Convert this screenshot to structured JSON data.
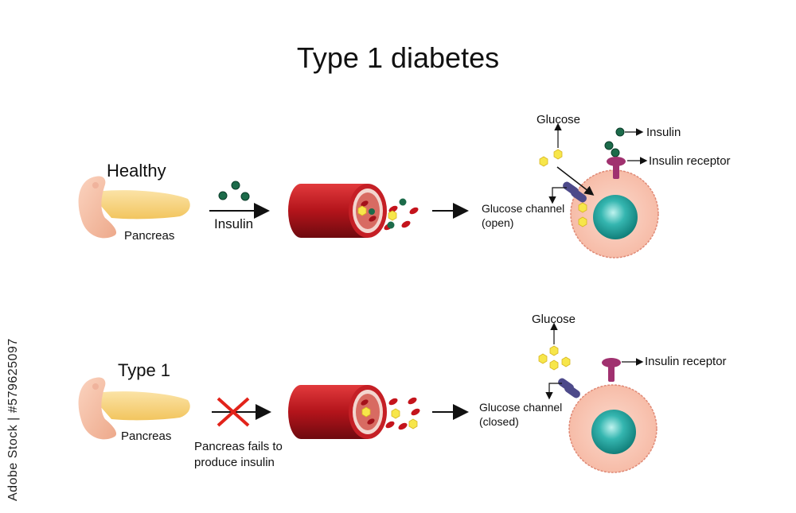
{
  "title": "Type 1 diabetes",
  "healthy": {
    "heading": "Healthy",
    "pancreas_label": "Pancreas",
    "arrow_label": "Insulin",
    "glucose_label": "Glucose",
    "insulin_label": "Insulin",
    "receptor_label": "Insulin receptor",
    "channel_label_line1": "Glucose channel",
    "channel_label_line2": "(open)"
  },
  "type1": {
    "heading": "Type 1",
    "pancreas_label": "Pancreas",
    "fail_label_line1": "Pancreas fails to",
    "fail_label_line2": "produce insulin",
    "glucose_label": "Glucose",
    "receptor_label": "Insulin receptor",
    "channel_label_line1": "Glucose channel",
    "channel_label_line2": "(closed)"
  },
  "watermark": "Adobe Stock | #579625097",
  "colors": {
    "pancreas": "#f6cf7a",
    "pancreas_head": "#f5c0a6",
    "vessel": "#b3141b",
    "cell": "#f8c6b3",
    "nucleus": "#35b6b0",
    "insulin": "#1c6b4a",
    "glucose": "#f7e64a",
    "channel": "#4d4a8a",
    "receptor": "#a0316f",
    "blocked": "#e2231a"
  }
}
